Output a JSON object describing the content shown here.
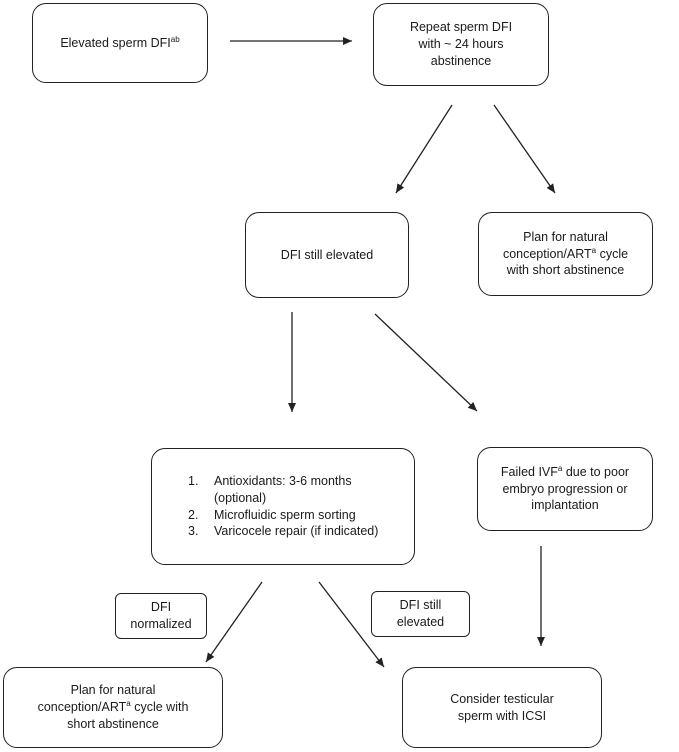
{
  "nodes": {
    "elevated": {
      "text": "Elevated sperm DFI",
      "sup": "ab"
    },
    "repeat": {
      "text": "Repeat sperm DFI with ~ 24 hours abstinence"
    },
    "still_elevated": {
      "text": "DFI still elevated"
    },
    "plan_natural_top": {
      "pre": "Plan for natural conception/ART",
      "sup": "a",
      "post": " cycle with short abstinence"
    },
    "treatments": {
      "items": [
        {
          "num": "1.",
          "text": "Antioxidants: 3-6 months (optional)"
        },
        {
          "num": "2.",
          "text": "Microfluidic sperm sorting"
        },
        {
          "num": "3.",
          "text": "Varicocele repair (if indicated)"
        }
      ]
    },
    "failed_ivf": {
      "pre": "Failed IVF",
      "sup": "a",
      "post": " due to poor embryo progression or implantation"
    },
    "plan_natural_bottom": {
      "pre": "Plan for natural conception/ART",
      "sup": "a",
      "post": " cycle with short abstinence"
    },
    "testicular": {
      "text": "Consider testicular sperm with ICSI"
    }
  },
  "labels": {
    "dfi_normalized": "DFI normalized",
    "dfi_still_elevated": "DFI still elevated"
  }
}
